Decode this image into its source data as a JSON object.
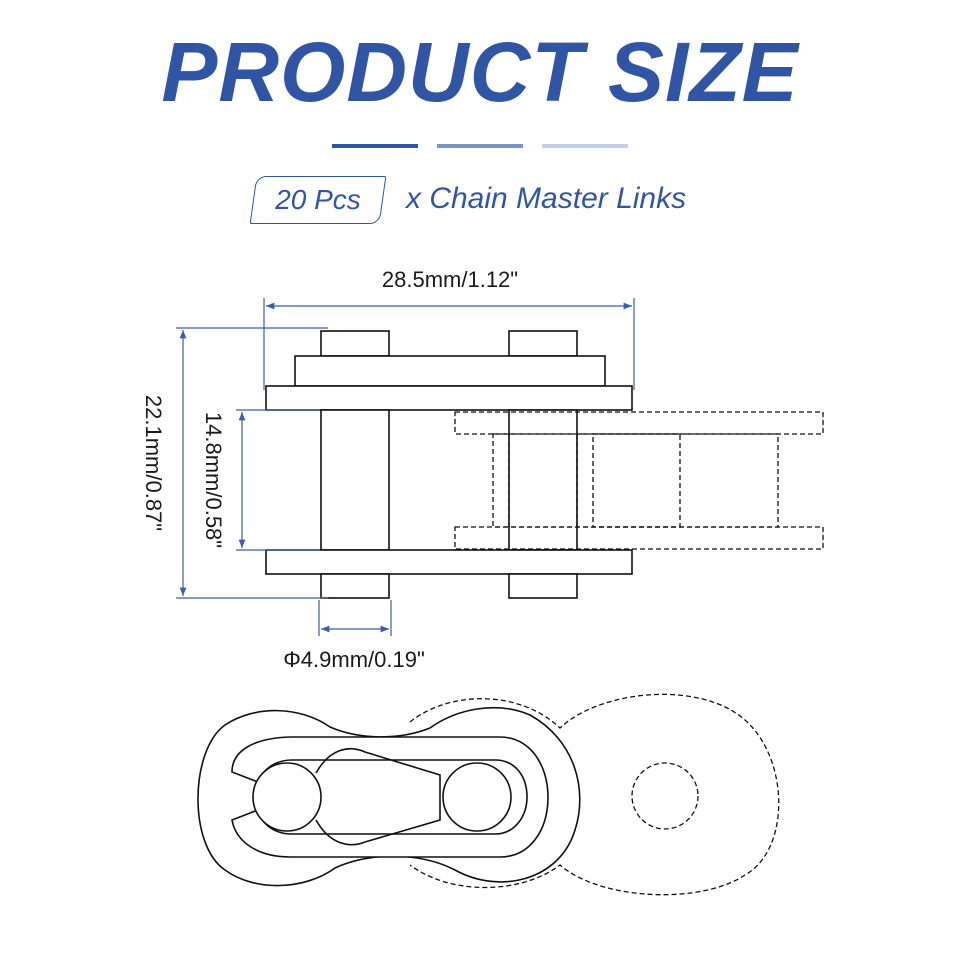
{
  "header": {
    "title": "PRODUCT SIZE",
    "bar_colors": [
      "#2f55a4",
      "#7b93c7",
      "#c3cfe6"
    ]
  },
  "product": {
    "quantity": "20 Pcs",
    "name": "x Chain Master Links"
  },
  "dimensions": {
    "width": "28.5mm/1.12\"",
    "height": "22.1mm/0.87\"",
    "inner_width": "14.8mm/0.58\"",
    "pin_diameter": "Φ4.9mm/0.19\""
  },
  "colors": {
    "accent": "#2f55a4",
    "dimension_line": "#3b5ea8",
    "outline": "#111111"
  }
}
